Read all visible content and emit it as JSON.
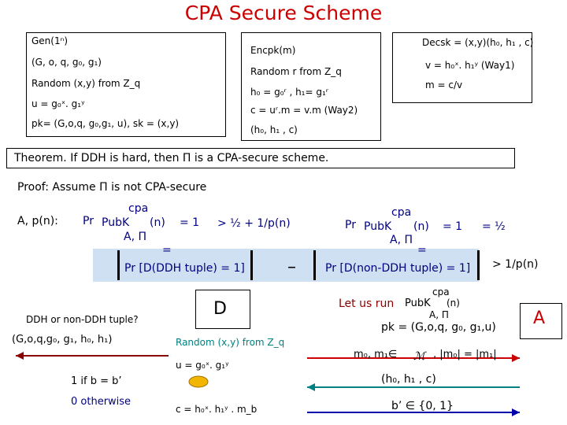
{
  "title": "CPA Secure Scheme",
  "gen": {
    "label": "Gen(1ⁿ)",
    "line1": "(G, o, q, g₀, g₁)",
    "line2": "Random (x,y) from Z_q",
    "line3": "u =  g₀ˣ. g₁ʸ",
    "line4": "pk= (G,o,q, g₀,g₁, u), sk = (x,y)"
  },
  "enc": {
    "label": "Encpk(m)",
    "line1": "Random r from Z_q",
    "line2": "h₀ = g₀ʳ , h₁= g₁ʳ",
    "line3": "c = uʳ.m = v.m   (Way2)",
    "line4": "(h₀, h₁ , c)"
  },
  "dec": {
    "label": "Decsk = (x,y)(h₀, h₁ , c)",
    "line1": "v = h₀ˣ. h₁ʸ  (Way1)",
    "line2": "m = c/v"
  },
  "theorem": "Theorem. If DDH is hard, then Π is a CPA-secure scheme.",
  "proof": {
    "assume": "Proof: Assume Π is not CPA-secure",
    "adversary": "A, p(n):",
    "pr_left": "Pr",
    "pubk": "PubK",
    "cpa": "cpa",
    "n": "(n)",
    "eq1": "= 1",
    "a_pi": "A, Π",
    "gt_half": "> ½ + 1/p(n)",
    "equals": "=",
    "pr_ddh": "Pr [D(DDH tuple) = 1]",
    "minus": "–",
    "pr_right": "Pr",
    "eq_half": "= ½",
    "pr_nonddh": "Pr [D(non-DDH tuple) = 1]",
    "gt_p": "> 1/p(n)"
  },
  "reduction": {
    "d_label": "D",
    "a_label": "A",
    "ddh_or_non": "DDH or non-DDH tuple?",
    "tuple": "(G,o,q,g₀, g₁, h₀, h₁)",
    "one_if": "1 if b = b’",
    "zero_otherwise": "0 otherwise",
    "random_xy": "Random (x,y) from Z_q",
    "u_eq": "u =  g₀ˣ. g₁ʸ",
    "c_eq": "c = h₀ˣ. h₁ʸ . m_b",
    "let_us_run": "Let us run",
    "pk_msg": "pk = (G,o,q, g₀, g₁,u)",
    "m_msg": "m₀, m₁∈",
    "m_len": ", |m₀| = |m₁|",
    "h_msg": "(h₀, h₁ , c)",
    "b_msg": "b’ ∈ {0, 1}"
  }
}
